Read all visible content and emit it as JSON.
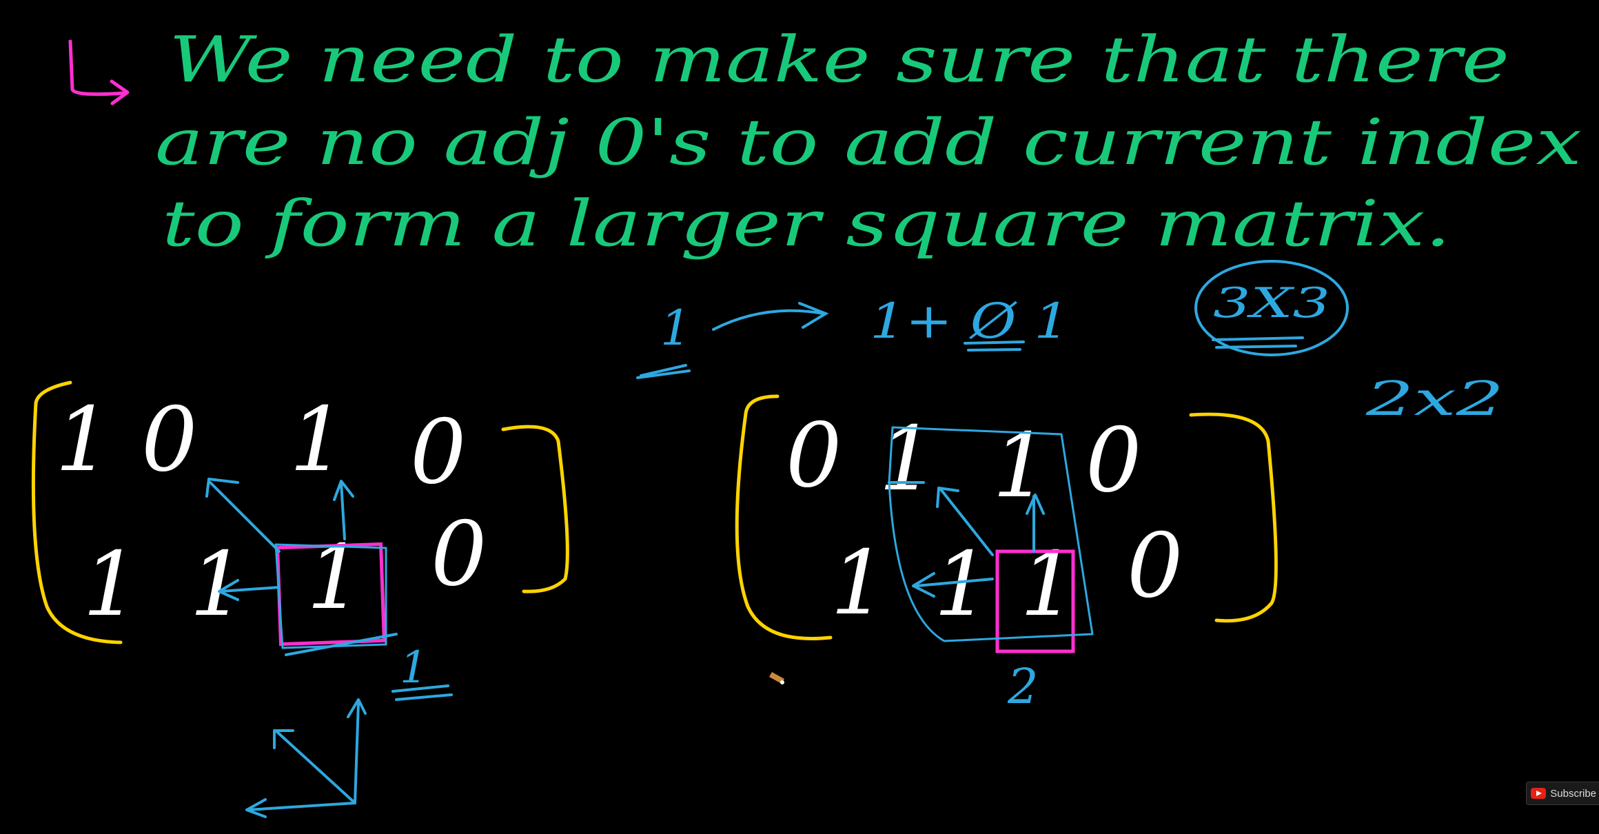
{
  "colors": {
    "background": "#000000",
    "heading_text": "#19c97a",
    "arrow_bullet": "#ff2fd0",
    "matrix_values": "#ffffff",
    "brackets": "#ffd400",
    "annotations": "#2ea8e0",
    "highlight_box": "#ff2fd0"
  },
  "note": {
    "line1": "We need to make sure that there",
    "line2": "are no adj 0's to add current index",
    "line3": "to form a larger square matrix."
  },
  "annotations": {
    "formula_left": "1",
    "formula_right": "1+ Ø 1",
    "size_circled": "3X3",
    "size_other": "2x2",
    "left_count": "1",
    "right_count": "2"
  },
  "matrix_left": {
    "rows": [
      [
        "1",
        "0",
        "1",
        "0"
      ],
      [
        "1",
        "1",
        "1",
        "0"
      ]
    ]
  },
  "matrix_right": {
    "rows": [
      [
        "0",
        "1",
        "1",
        "0"
      ],
      [
        "1",
        "1",
        "1",
        "0"
      ]
    ]
  },
  "subscribe": {
    "label": "Subscribe",
    "icon": "youtube-icon"
  }
}
